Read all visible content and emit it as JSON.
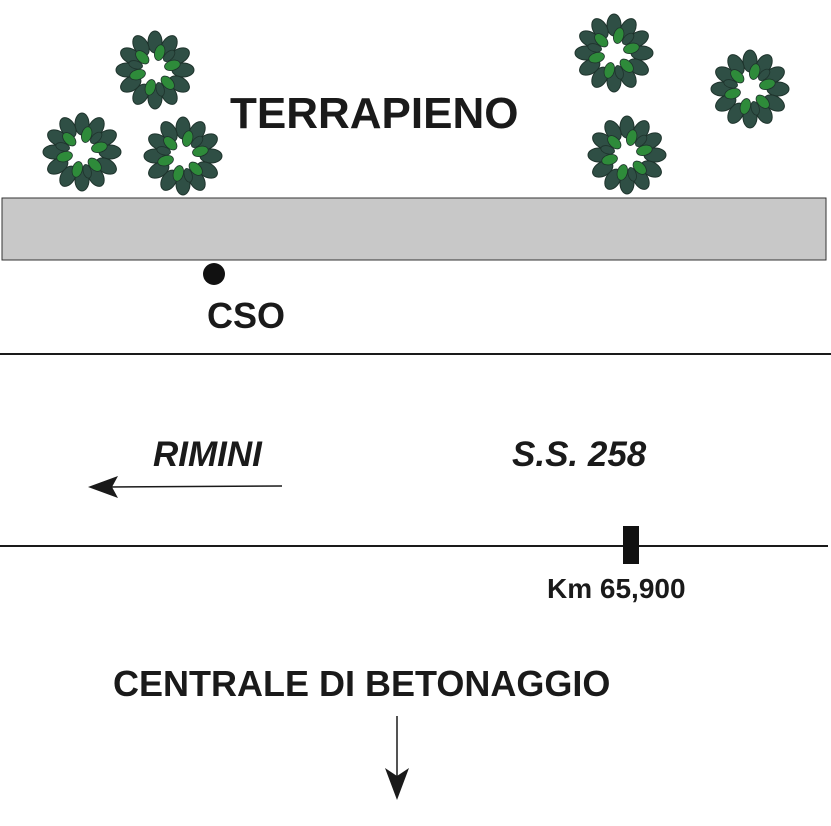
{
  "labels": {
    "embankment": "TERRAPIENO",
    "cso": "CSO",
    "direction": "RIMINI",
    "road": "S.S. 258",
    "km_marker": "Km 65,900",
    "plant": "CENTRALE DI BETONAGGIO"
  },
  "colors": {
    "embankment_strip": "#c8c8c8",
    "bush_leaf_dark": "#2f4f45",
    "bush_leaf_green": "#2e8b3a",
    "line": "#1a1a1a"
  },
  "icons": {
    "bush": "shrub-icon",
    "point": "cso-point-icon",
    "marker": "km-marker-icon",
    "arrow_left": "arrow-left-icon",
    "arrow_down": "arrow-down-icon"
  }
}
